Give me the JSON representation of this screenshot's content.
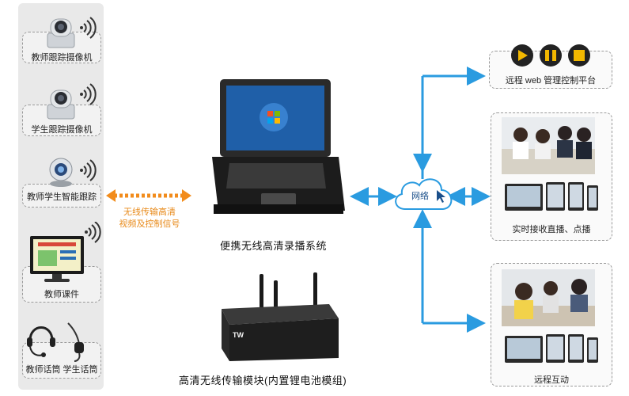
{
  "left_devices": [
    {
      "label": "教师跟踪摄像机",
      "icon": "ptz-camera-icon"
    },
    {
      "label": "学生跟踪摄像机",
      "icon": "ptz-camera-icon"
    },
    {
      "label": "教师学生智能跟踪",
      "icon": "webcam-icon"
    },
    {
      "label": "教师课件",
      "icon": "monitor-icon"
    },
    {
      "label": "教师话筒",
      "icon": "headset-mic-icon"
    },
    {
      "label": "学生话筒",
      "icon": "lapel-mic-icon"
    }
  ],
  "signal_note": {
    "line1": "无线传输高清",
    "line2": "视频及控制信号"
  },
  "laptop_caption": "便携无线高清录播系统",
  "module_caption": "高清无线传输模块(内置锂电池模组)",
  "module_brand": "TW",
  "network_label": "网络",
  "right_panels": [
    {
      "label": "远程 web 管理控制平台"
    },
    {
      "label": "实时接收直播、点播"
    },
    {
      "label": "远程互动"
    }
  ],
  "colors": {
    "arrow_blue": "#2a9be0",
    "orange": "#f28c1c",
    "wireless": "#333333"
  }
}
